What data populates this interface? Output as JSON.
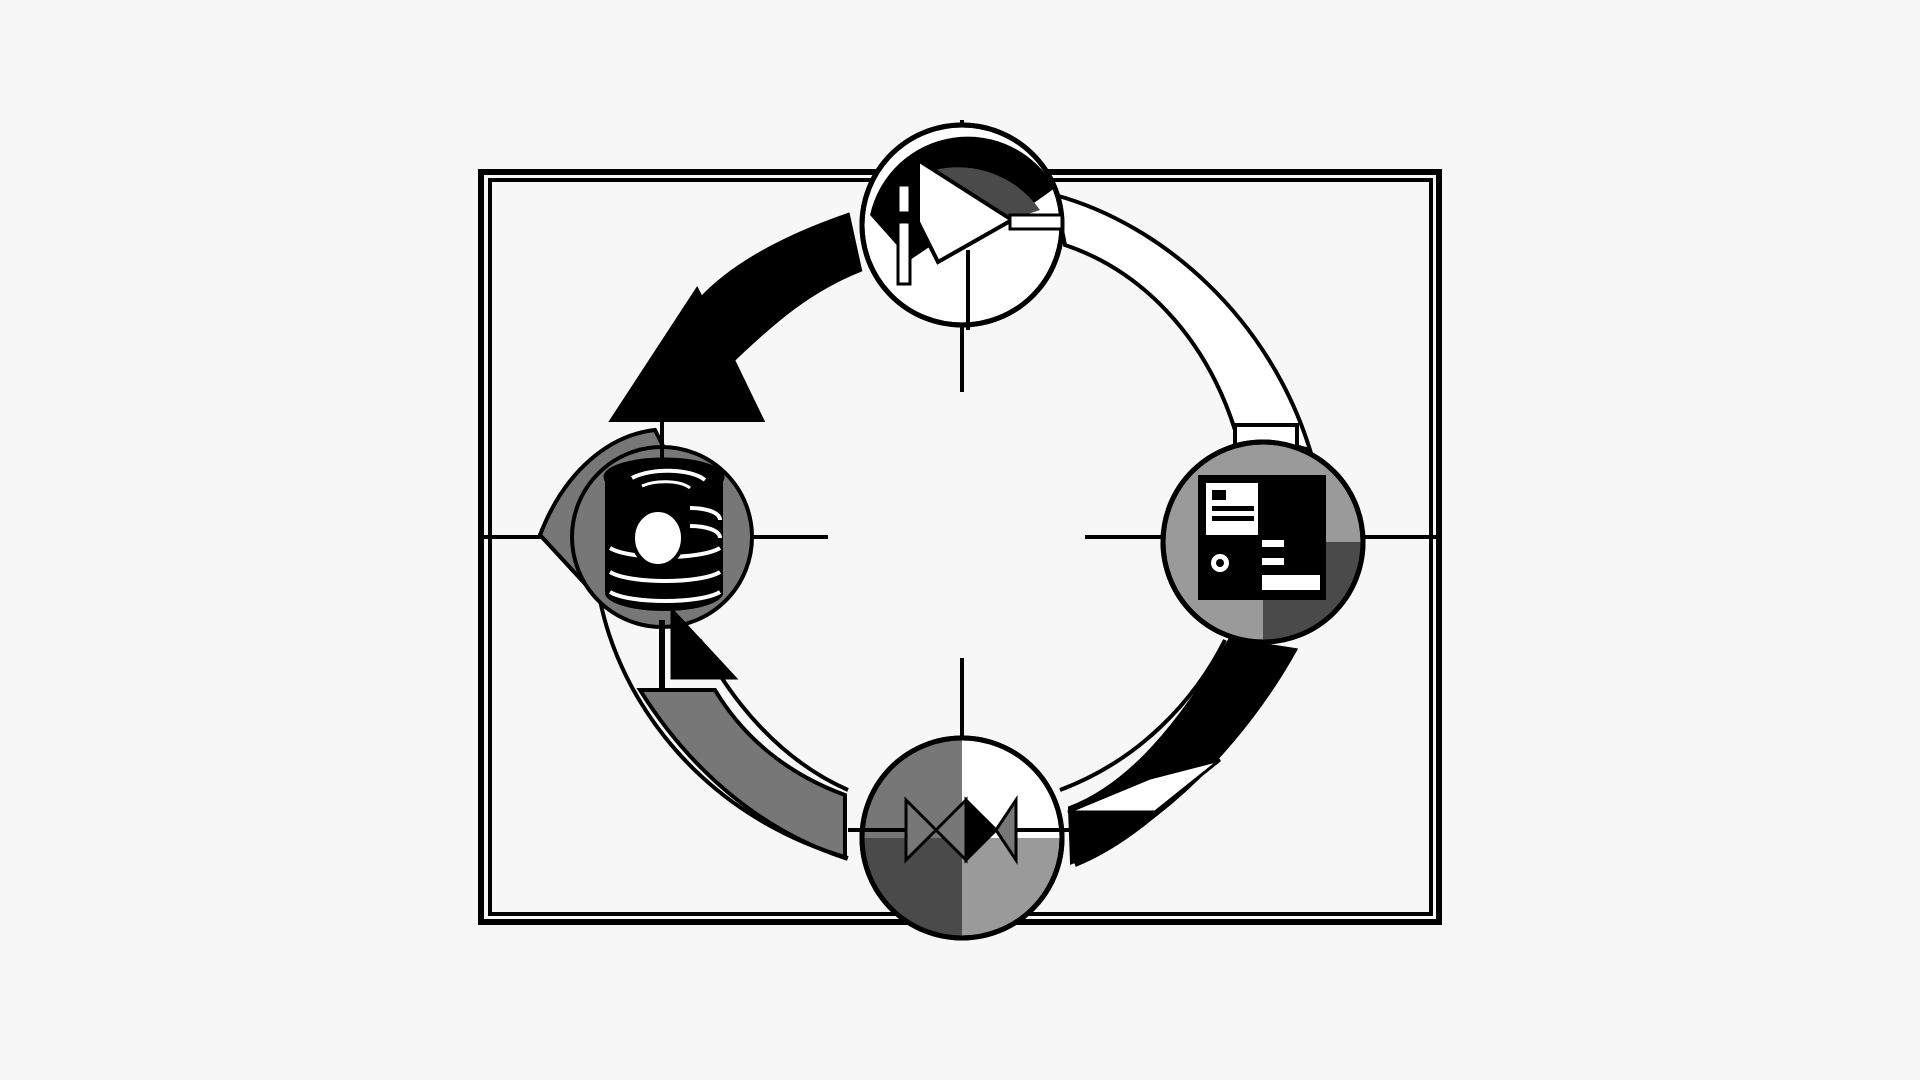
{
  "diagram": {
    "type": "cycle",
    "background_color": "#f7f7f7",
    "stroke_color": "#000000",
    "palette": {
      "dark_gray": "#4a4a4a",
      "mid_gray": "#777777",
      "light_gray": "#9a9a9a",
      "white": "#ffffff"
    },
    "nodes": [
      {
        "id": "top",
        "icon": "play-lever-icon"
      },
      {
        "id": "right",
        "icon": "document-panel-icon"
      },
      {
        "id": "bottom",
        "icon": "bowtie-valve-icon"
      },
      {
        "id": "left",
        "icon": "database-cylinder-icon"
      }
    ],
    "arrows": [
      {
        "from": "top",
        "to": "left",
        "style": "solid-black"
      },
      {
        "from": "left",
        "to": "bottom",
        "style": "solid-gray"
      },
      {
        "from": "bottom",
        "to": "right",
        "style": "solid-black"
      },
      {
        "from": "right",
        "to": "top",
        "style": "outline-white"
      }
    ],
    "labels": []
  }
}
